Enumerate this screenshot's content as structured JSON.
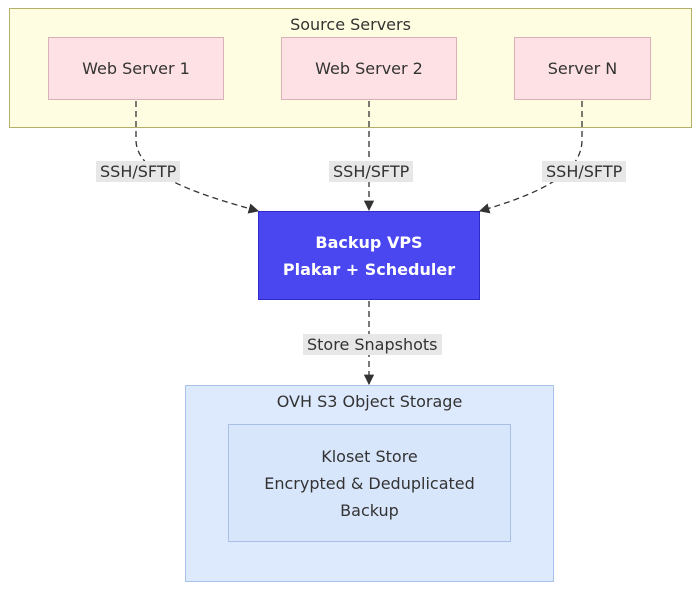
{
  "source_cluster": {
    "title": "Source Servers",
    "servers": [
      "Web Server 1",
      "Web Server 2",
      "Server N"
    ]
  },
  "connections": {
    "ssh_label": "SSH/SFTP",
    "store_label": "Store Snapshots"
  },
  "backup_vps": {
    "line1": "Backup VPS",
    "line2": "Plakar + Scheduler"
  },
  "ovh_cluster": {
    "title": "OVH S3 Object Storage",
    "kloset": {
      "line1": "Kloset Store",
      "line2": "Encrypted & Deduplicated",
      "line3": "Backup"
    }
  },
  "colors": {
    "source_fill": "#fffde1",
    "server_fill": "#fde1e4",
    "vps_fill": "#4b47f0",
    "storage_fill": "#dde9fc"
  }
}
